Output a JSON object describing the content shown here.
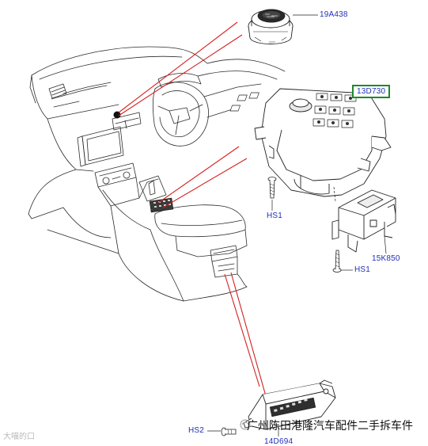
{
  "callouts": {
    "part_19A438": "19A438",
    "part_13D730": "13D730",
    "hs1_top": "HS1",
    "part_15K850": "15K850",
    "hs1_bottom": "HS1",
    "hs2": "HS2",
    "part_14D694": "14D694"
  },
  "watermarks": {
    "left_text": "大喵的口",
    "right_text": "广州陈田港隆汽车配件二手拆车件"
  },
  "colors": {
    "line_art": "#2b2b2b",
    "leader_red": "#d42020",
    "callout_text": "#1f2fb8",
    "highlight_box": "#1c8a2c"
  }
}
